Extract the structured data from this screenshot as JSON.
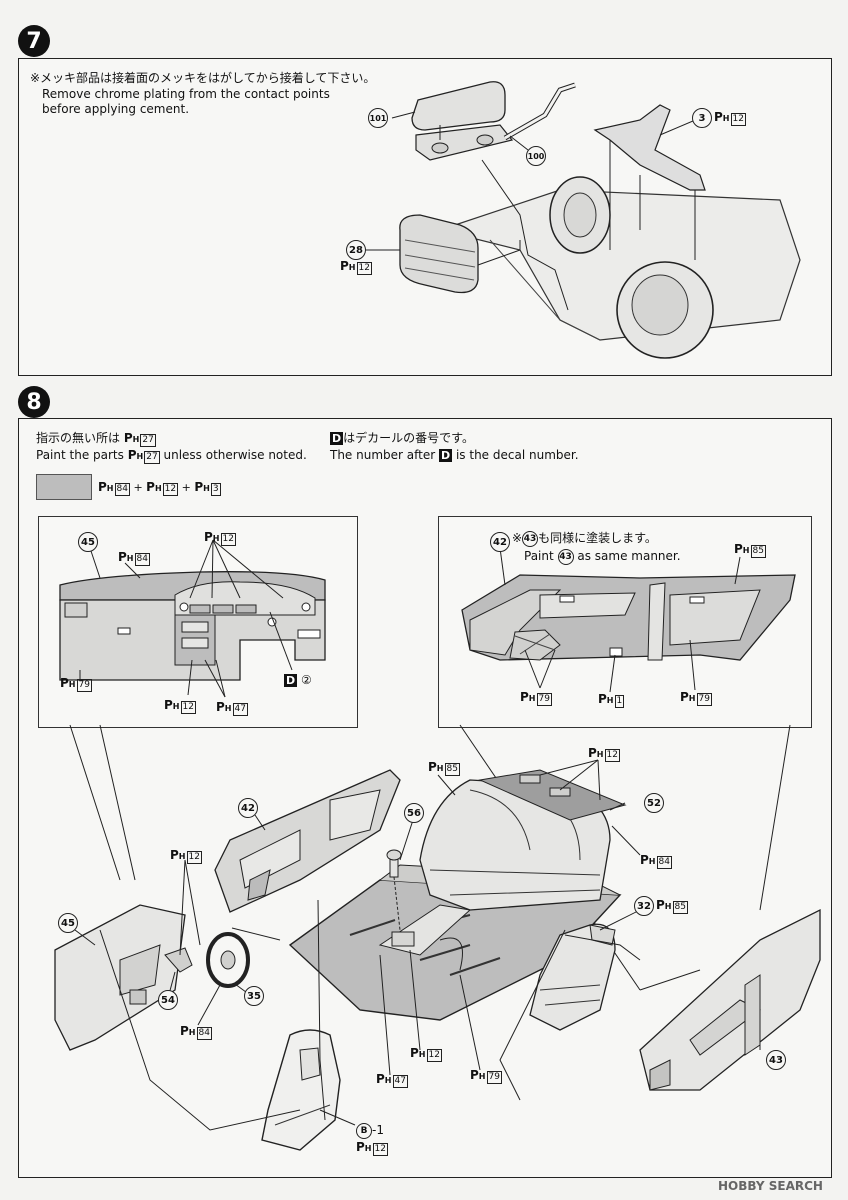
{
  "step7": {
    "badge": "7",
    "note_jp": "※メッキ部品は接着面のメッキをはがしてから接着して下さい。",
    "note_en_1": "Remove chrome plating from the contact points",
    "note_en_2": "before applying cement.",
    "parts": {
      "p101": "101",
      "p100": "100",
      "p3": "3",
      "p3_paint": "12",
      "p28": "28",
      "p28_paint": "12"
    }
  },
  "step8": {
    "badge": "8",
    "note_jp": "指示の無い所は",
    "note_jp_paint": "27",
    "note_en_pre": "Paint the parts",
    "note_en_paint": "27",
    "note_en_post": "unless otherwise noted.",
    "decal_jp_key": "D",
    "decal_jp": "はデカールの番号です。",
    "decal_en_pre": "The number after",
    "decal_en_key": "D",
    "decal_en_post": "is the decal number.",
    "mix": [
      "84",
      "12",
      "3"
    ],
    "dash": {
      "part": "45",
      "paint_top": "84",
      "paint_vents": "12",
      "paint_lower": "79",
      "paint_center": "12",
      "paint_knobs": "47",
      "decal_key": "D",
      "decal_num": "②"
    },
    "door": {
      "part": "42",
      "note_jp_ref": "43",
      "note_jp": "も同様に塗装します。",
      "note_en_pre": "Paint",
      "note_en_ref": "43",
      "note_en_post": "as same manner.",
      "paint_top": "85",
      "paint_mesh": "79",
      "paint_handle": "1",
      "paint_pocket": "79"
    },
    "assembly": {
      "rear_seat_paint": "85",
      "shelf_paint": "12",
      "shelf_part": "52",
      "shelf_paint2": "84",
      "door_part": "42",
      "shifter_part": "56",
      "column_paint": "12",
      "dash_part": "45",
      "column_part": "54",
      "wheel_part": "35",
      "wheel_paint": "84",
      "seat_part": "32",
      "seat_paint": "85",
      "floor_console_paint": "12",
      "floor_paint": "79",
      "pedal_paint": "47",
      "door_right_part": "43",
      "bucket_part": "B",
      "bucket_suffix": "-1",
      "bucket_paint": "12"
    }
  },
  "watermark": "HOBBY SEARCH"
}
